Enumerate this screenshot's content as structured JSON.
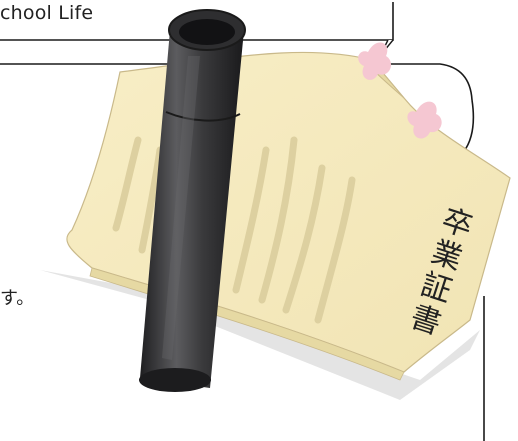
{
  "caption": "chool Life",
  "body_fragment": "す。",
  "certificate": {
    "lettering": "卒業証書"
  },
  "icons": [
    "graduation-certificate-illustration",
    "diploma-tube-icon",
    "cherry-petal-icon"
  ],
  "colors": {
    "paper": "#f6ecc2",
    "paper_shade": "#e6d9a3",
    "paper_lines": "#ddd0a0",
    "tube": "#3a3a3c",
    "tube_dark": "#1e1e20",
    "tube_highlight": "#5c5c5f",
    "petal": "#f5c7d2",
    "frame_line": "#1a1a1a",
    "text": "#222222"
  }
}
